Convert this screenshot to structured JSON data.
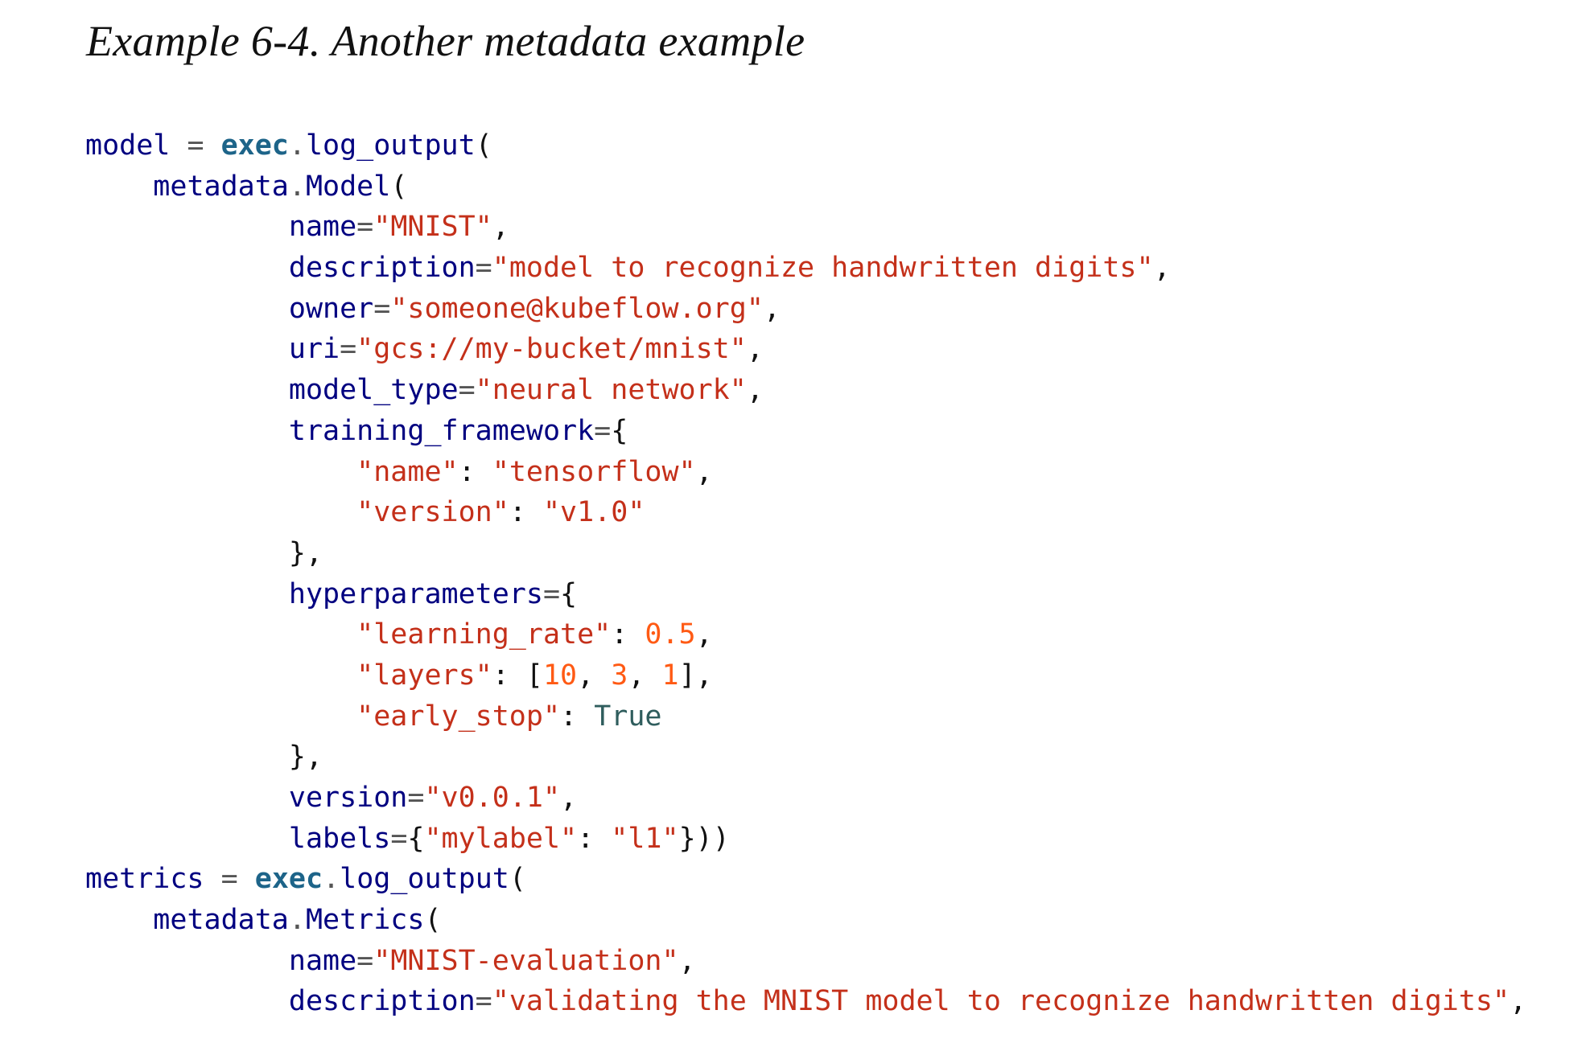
{
  "title": "Example 6-4. Another metadata example",
  "colors": {
    "identifier": "#000080",
    "keyword": "#1d6489",
    "string": "#c4301a",
    "number": "#ff5a14",
    "constant": "#2f5d5d"
  },
  "code": {
    "lines": [
      [
        [
          "id",
          "model"
        ],
        [
          "p",
          " "
        ],
        [
          "op",
          "="
        ],
        [
          "p",
          " "
        ],
        [
          "kw",
          "exec"
        ],
        [
          "dot",
          "."
        ],
        [
          "id",
          "log_output"
        ],
        [
          "p",
          "("
        ]
      ],
      [
        [
          "p",
          "    "
        ],
        [
          "id",
          "metadata"
        ],
        [
          "dot",
          "."
        ],
        [
          "id",
          "Model"
        ],
        [
          "p",
          "("
        ]
      ],
      [
        [
          "p",
          "            "
        ],
        [
          "id",
          "name"
        ],
        [
          "op",
          "="
        ],
        [
          "str",
          "\"MNIST\""
        ],
        [
          "p",
          ","
        ]
      ],
      [
        [
          "p",
          "            "
        ],
        [
          "id",
          "description"
        ],
        [
          "op",
          "="
        ],
        [
          "str",
          "\"model to recognize handwritten digits\""
        ],
        [
          "p",
          ","
        ]
      ],
      [
        [
          "p",
          "            "
        ],
        [
          "id",
          "owner"
        ],
        [
          "op",
          "="
        ],
        [
          "str",
          "\"someone@kubeflow.org\""
        ],
        [
          "p",
          ","
        ]
      ],
      [
        [
          "p",
          "            "
        ],
        [
          "id",
          "uri"
        ],
        [
          "op",
          "="
        ],
        [
          "str",
          "\"gcs://my-bucket/mnist\""
        ],
        [
          "p",
          ","
        ]
      ],
      [
        [
          "p",
          "            "
        ],
        [
          "id",
          "model_type"
        ],
        [
          "op",
          "="
        ],
        [
          "str",
          "\"neural network\""
        ],
        [
          "p",
          ","
        ]
      ],
      [
        [
          "p",
          "            "
        ],
        [
          "id",
          "training_framework"
        ],
        [
          "op",
          "="
        ],
        [
          "p",
          "{"
        ]
      ],
      [
        [
          "p",
          "                "
        ],
        [
          "str",
          "\"name\""
        ],
        [
          "p",
          ": "
        ],
        [
          "str",
          "\"tensorflow\""
        ],
        [
          "p",
          ","
        ]
      ],
      [
        [
          "p",
          "                "
        ],
        [
          "str",
          "\"version\""
        ],
        [
          "p",
          ": "
        ],
        [
          "str",
          "\"v1.0\""
        ]
      ],
      [
        [
          "p",
          "            },"
        ]
      ],
      [
        [
          "p",
          "            "
        ],
        [
          "id",
          "hyperparameters"
        ],
        [
          "op",
          "="
        ],
        [
          "p",
          "{"
        ]
      ],
      [
        [
          "p",
          "                "
        ],
        [
          "str",
          "\"learning_rate\""
        ],
        [
          "p",
          ": "
        ],
        [
          "num",
          "0.5"
        ],
        [
          "p",
          ","
        ]
      ],
      [
        [
          "p",
          "                "
        ],
        [
          "str",
          "\"layers\""
        ],
        [
          "p",
          ": ["
        ],
        [
          "num",
          "10"
        ],
        [
          "p",
          ", "
        ],
        [
          "num",
          "3"
        ],
        [
          "p",
          ", "
        ],
        [
          "num",
          "1"
        ],
        [
          "p",
          "],"
        ]
      ],
      [
        [
          "p",
          "                "
        ],
        [
          "str",
          "\"early_stop\""
        ],
        [
          "p",
          ": "
        ],
        [
          "const",
          "True"
        ]
      ],
      [
        [
          "p",
          "            },"
        ]
      ],
      [
        [
          "p",
          "            "
        ],
        [
          "id",
          "version"
        ],
        [
          "op",
          "="
        ],
        [
          "str",
          "\"v0.0.1\""
        ],
        [
          "p",
          ","
        ]
      ],
      [
        [
          "p",
          "            "
        ],
        [
          "id",
          "labels"
        ],
        [
          "op",
          "="
        ],
        [
          "p",
          "{"
        ],
        [
          "str",
          "\"mylabel\""
        ],
        [
          "p",
          ": "
        ],
        [
          "str",
          "\"l1\""
        ],
        [
          "p",
          "}))"
        ]
      ],
      [
        [
          "id",
          "metrics"
        ],
        [
          "p",
          " "
        ],
        [
          "op",
          "="
        ],
        [
          "p",
          " "
        ],
        [
          "kw",
          "exec"
        ],
        [
          "dot",
          "."
        ],
        [
          "id",
          "log_output"
        ],
        [
          "p",
          "("
        ]
      ],
      [
        [
          "p",
          "    "
        ],
        [
          "id",
          "metadata"
        ],
        [
          "dot",
          "."
        ],
        [
          "id",
          "Metrics"
        ],
        [
          "p",
          "("
        ]
      ],
      [
        [
          "p",
          "            "
        ],
        [
          "id",
          "name"
        ],
        [
          "op",
          "="
        ],
        [
          "str",
          "\"MNIST-evaluation\""
        ],
        [
          "p",
          ","
        ]
      ],
      [
        [
          "p",
          "            "
        ],
        [
          "id",
          "description"
        ],
        [
          "op",
          "="
        ],
        [
          "str",
          "\"validating the MNIST model to recognize handwritten digits\""
        ],
        [
          "p",
          ","
        ]
      ]
    ]
  }
}
